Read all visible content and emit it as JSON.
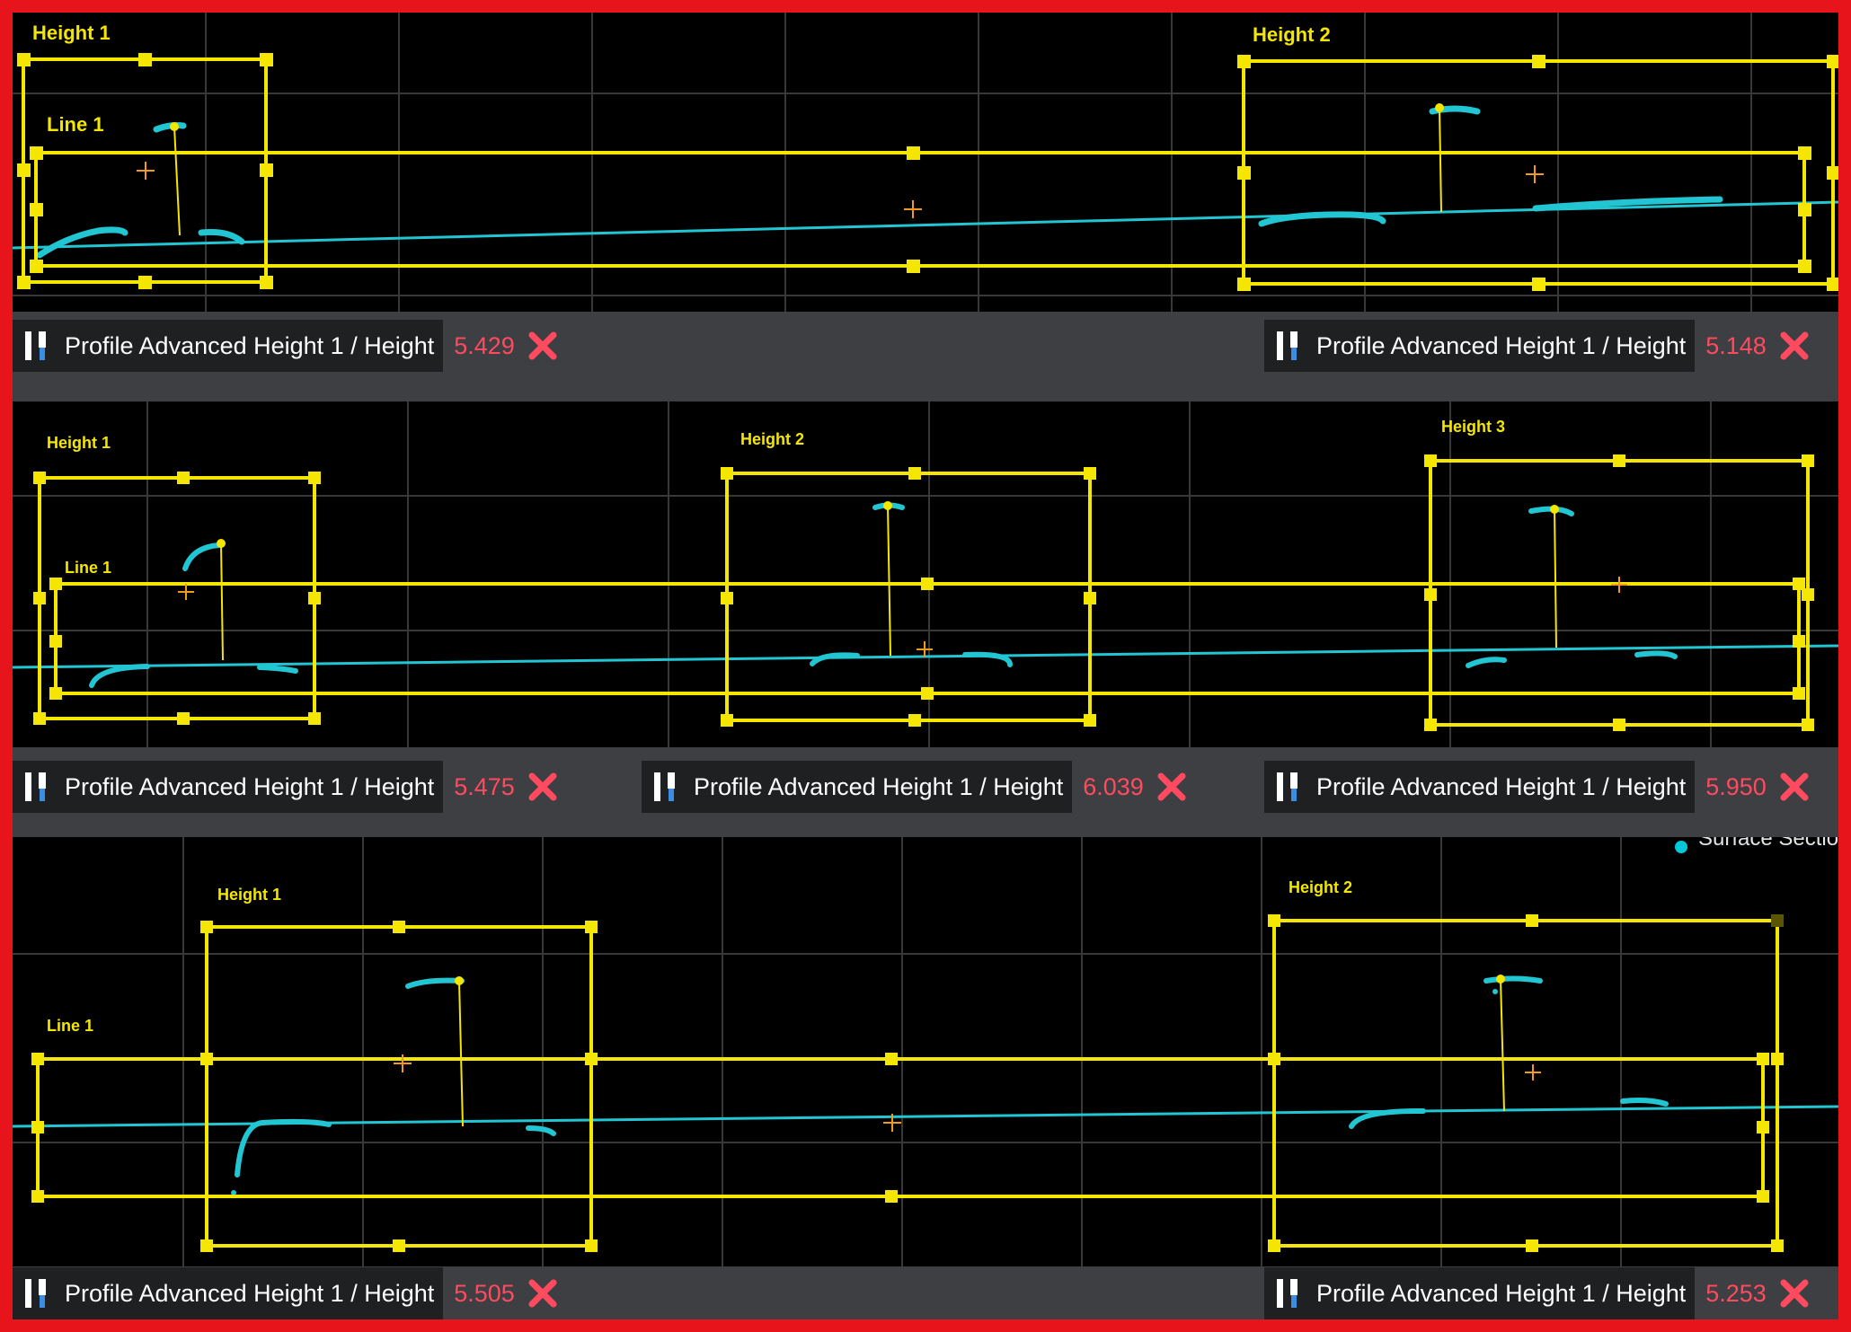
{
  "colors": {
    "tool": "#f4e600",
    "profile": "#21c6d2",
    "grid": "#3a3a3a",
    "value": "#ff4a5f",
    "center": "#f29a1e"
  },
  "panels": [
    {
      "label_box_a": "Height 1",
      "label_line": "Line 1",
      "label_box_b": "Height 2",
      "measurements": [
        {
          "label": "Profile Advanced Height 1 / Height",
          "value": "5.429",
          "status_icon": "fail-x-icon"
        },
        {
          "label": "Profile Advanced Height 1 / Height",
          "value": "5.148",
          "status_icon": "fail-x-icon"
        }
      ]
    },
    {
      "label_box_a": "Height 1",
      "label_line": "Line 1",
      "label_box_b": "Height 2",
      "label_box_c": "Height 3",
      "measurements": [
        {
          "label": "Profile Advanced Height 1 / Height",
          "value": "5.475",
          "status_icon": "fail-x-icon"
        },
        {
          "label": "Profile Advanced Height 1 / Height",
          "value": "6.039",
          "status_icon": "fail-x-icon"
        },
        {
          "label": "Profile Advanced Height 1 / Height",
          "value": "5.950",
          "status_icon": "fail-x-icon"
        }
      ]
    },
    {
      "label_box_a": "Height 1",
      "label_line": "Line 1",
      "label_box_b": "Height 2",
      "legend": "Surface Sectio",
      "measurements": [
        {
          "label": "Profile Advanced Height 1 / Height",
          "value": "5.505",
          "status_icon": "fail-x-icon"
        },
        {
          "label": "Profile Advanced Height 1 / Height",
          "value": "5.253",
          "status_icon": "fail-x-icon"
        }
      ]
    }
  ]
}
